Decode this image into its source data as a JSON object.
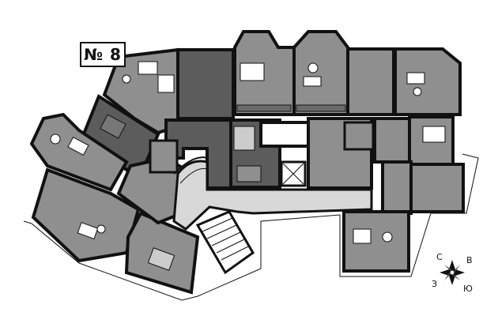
{
  "plan": {
    "badge_text": "№ 8",
    "colors": {
      "wall": "#111111",
      "room_light": "#8f8f8f",
      "room_dark": "#5c5c5c",
      "corridor": "#d8d8d8",
      "background": "#ffffff",
      "furniture": "#ffffff"
    },
    "compass": {
      "north": "С",
      "south": "Ю",
      "east": "В",
      "west": "З",
      "icon": "compass-rose-icon"
    }
  }
}
